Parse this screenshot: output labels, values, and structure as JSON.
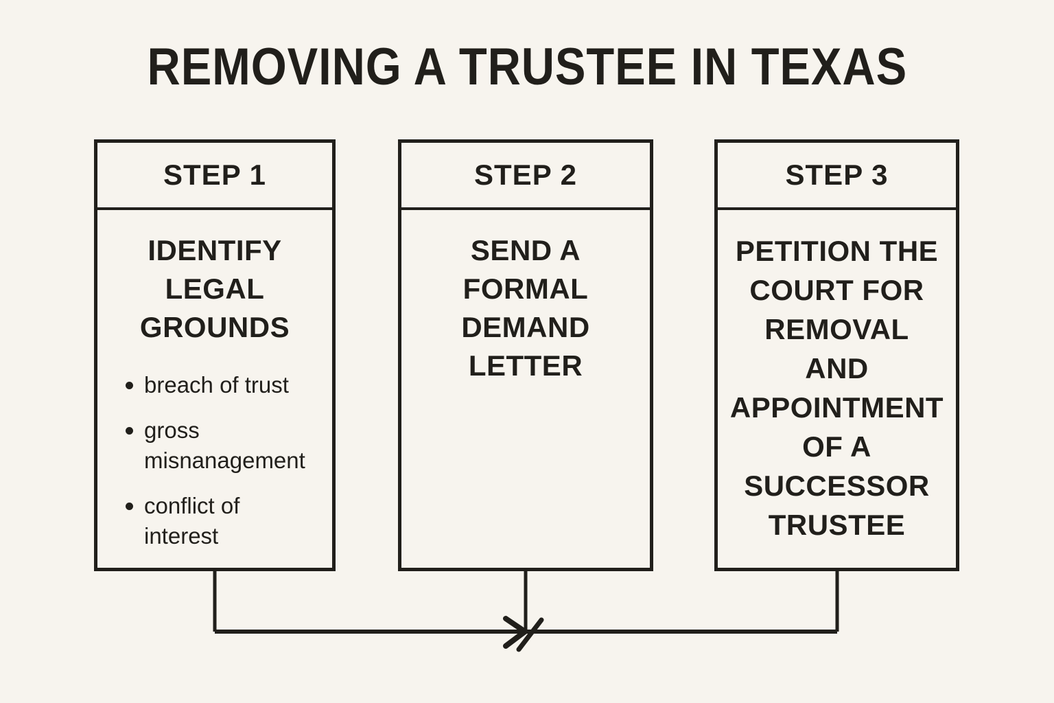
{
  "title": "REMOVING A TRUSTEE IN TEXAS",
  "colors": {
    "background": "#f7f4ee",
    "ink": "#211f1b"
  },
  "steps": [
    {
      "header": "STEP 1",
      "body": "IDENTIFY\nLEGAL\nGROUNDS",
      "bullets": [
        "breach of trust",
        "gross\nmisnanagement",
        "conflict of\ninterest"
      ]
    },
    {
      "header": "STEP 2",
      "body": "SEND A\nFORMAL\nDEMAND\nLETTER",
      "bullets": []
    },
    {
      "header": "STEP 3",
      "body": "PETITION THE\nCOURT FOR\nREMOVAL\nAND\nAPPOINTMENT\nOF A\nSUCCESSOR\nTRUSTEE",
      "bullets": []
    }
  ]
}
